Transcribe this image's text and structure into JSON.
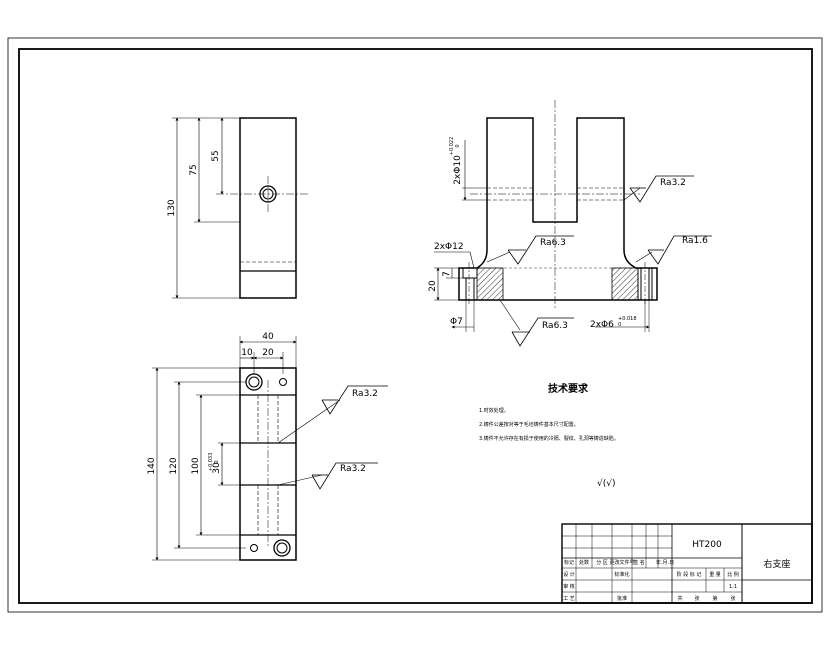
{
  "top_view": {
    "dims": {
      "overall_height": "130",
      "to_hole": "75",
      "hole_upper": "55"
    }
  },
  "front_view": {
    "dims": {
      "width": "40",
      "left_offset": "10",
      "hole_spacing": "20",
      "overall_length": "140",
      "outer_span": "120",
      "inner_span": "100",
      "slot_width": "30"
    },
    "slot_tolerance": "+0.033\n0",
    "roughness": [
      "Ra3.2",
      "Ra3.2"
    ]
  },
  "side_view": {
    "top_bore": "2xΦ10",
    "top_bore_tol": "+0.022\n0",
    "counterbore": "2xΦ12",
    "base_height": "20",
    "cb_depth": "7",
    "bottom_hole": "Φ7",
    "dowel": "2xΦ6",
    "dowel_tol": "+0.018\n0",
    "roughness": {
      "right_top": "Ra3.2",
      "left_mid": "Ra6.3",
      "right_mid": "Ra1.6",
      "bottom": "Ra6.3"
    }
  },
  "technical_requirements": {
    "title": "技术要求",
    "items": [
      "1.时效处理。",
      "2.铸件公差按对等于毛坯铸件基本尺寸配置。",
      "3.铸件不允许存在有损于使用的冷隔、裂纹、孔洞等铸造缺陷。"
    ],
    "general_roughness": "√(√)"
  },
  "title_block": {
    "material": "HT200",
    "part_name": "右支座",
    "headers": [
      "标记",
      "处数",
      "分 区",
      "更改文件号",
      "签 名",
      "年.月.日"
    ],
    "sign_rows": [
      "设 计",
      "审 核",
      "工 艺"
    ],
    "sign_cols": [
      "标准化",
      "批准"
    ],
    "stage_labels": [
      "阶 段 标 记",
      "重 量",
      "比 例"
    ],
    "scale": "1:1",
    "sheet_labels": [
      "共",
      "张",
      "第",
      "张"
    ]
  }
}
